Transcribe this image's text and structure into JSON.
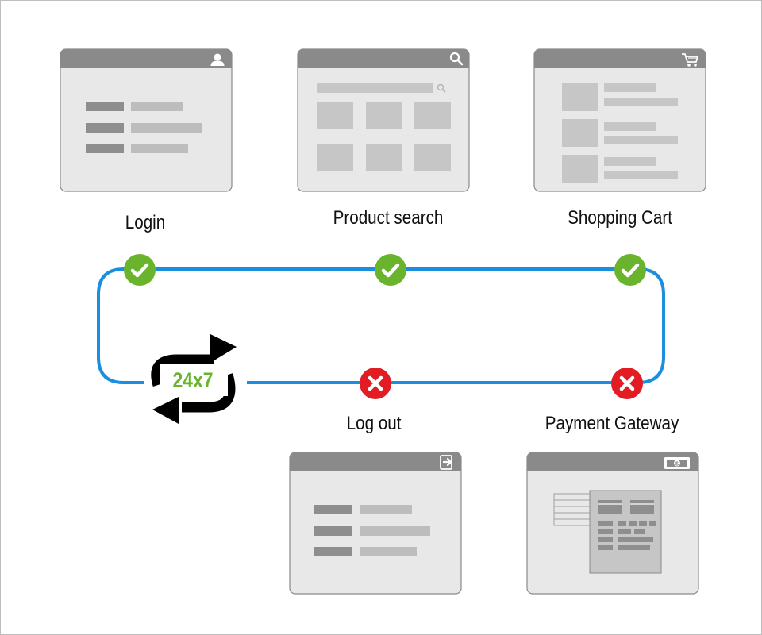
{
  "colors": {
    "loop": "#1a8fe0",
    "success": "#6ab42d",
    "failure": "#e31b23",
    "window_bar": "#8a8a8a",
    "window_bg": "#e8e8e8",
    "bar_dark": "#8e8e8e",
    "bar_light": "#bdbdbd",
    "block": "#c6c6c6"
  },
  "badge": {
    "text": "24x7",
    "icon": "repeat-arrows-icon"
  },
  "steps": {
    "login": {
      "label": "Login",
      "status": "success",
      "icon": "user-icon"
    },
    "search": {
      "label": "Product search",
      "status": "success",
      "icon": "search-icon"
    },
    "cart": {
      "label": "Shopping Cart",
      "status": "success",
      "icon": "cart-icon"
    },
    "logout": {
      "label": "Log out",
      "status": "failure",
      "icon": "logout-icon"
    },
    "payment": {
      "label": "Payment Gateway",
      "status": "failure",
      "icon": "money-icon"
    }
  }
}
